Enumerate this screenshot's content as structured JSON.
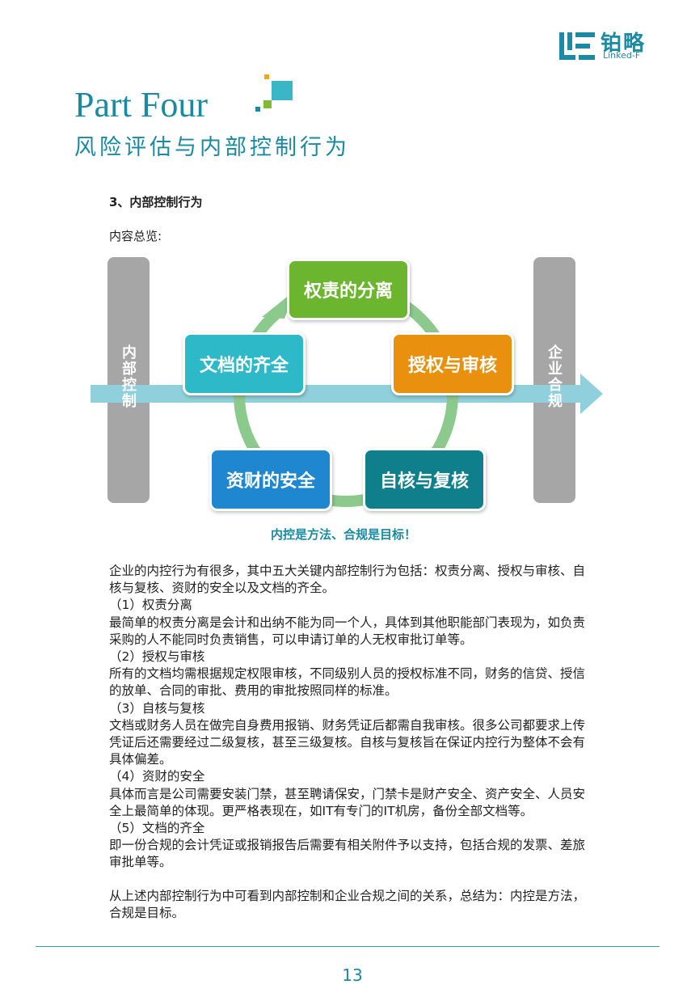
{
  "logo": {
    "name_cn": "铂略",
    "name_en": "Linked-F"
  },
  "heading": {
    "title": "Part Four",
    "subtitle": "风险评估与内部控制行为"
  },
  "section": {
    "title": "3、内部控制行为",
    "overview_label": "内容总览:"
  },
  "diagram": {
    "left_pillar": "内部控制",
    "right_pillar": "企业合规",
    "nodes": {
      "separation": "权责的分离",
      "authorization": "授权与审核",
      "self_check": "自核与复核",
      "asset_safety": "资财的安全",
      "documents": "文档的齐全"
    },
    "caption": "内控是方法、合规是目标！",
    "colors": {
      "ring": "#8cc98c",
      "arrow": "#8fd0dc",
      "pillar": "#a6a6a6"
    }
  },
  "body": {
    "intro": "企业的内控行为有很多，其中五大关键内部控制行为包括：权责分离、授权与审核、自核与复核、资财的安全以及文档的齐全。",
    "items": [
      {
        "heading": "（1）权责分离",
        "text": "最简单的权责分离是会计和出纳不能为同一个人，具体到其他职能部门表现为，如负责采购的人不能同时负责销售，可以申请订单的人无权审批订单等。"
      },
      {
        "heading": "（2）授权与审核",
        "text": "所有的文档均需根据规定权限审核，不同级别人员的授权标准不同，财务的信贷、授信的放单、合同的审批、费用的审批按照同样的标准。"
      },
      {
        "heading": "（3）自核与复核",
        "text": "文档或财务人员在做完自身费用报销、财务凭证后都需自我审核。很多公司都要求上传凭证后还需要经过二级复核，甚至三级复核。自核与复核旨在保证内控行为整体不会有具体偏差。"
      },
      {
        "heading": "（4）资财的安全",
        "text": "具体而言是公司需要安装门禁，甚至聘请保安，门禁卡是财产安全、资产安全、人员安全上最简单的体现。更严格表现在，如IT有专门的IT机房，备份全部文档等。"
      },
      {
        "heading": "（5）文档的齐全",
        "text": "即一份合规的会计凭证或报销报告后需要有相关附件予以支持，包括合规的发票、差旅审批单等。"
      }
    ],
    "conclusion": "从上述内部控制行为中可看到内部控制和企业合规之间的关系，总结为：内控是方法，合规是目标。"
  },
  "footer": {
    "page_number": "13"
  }
}
